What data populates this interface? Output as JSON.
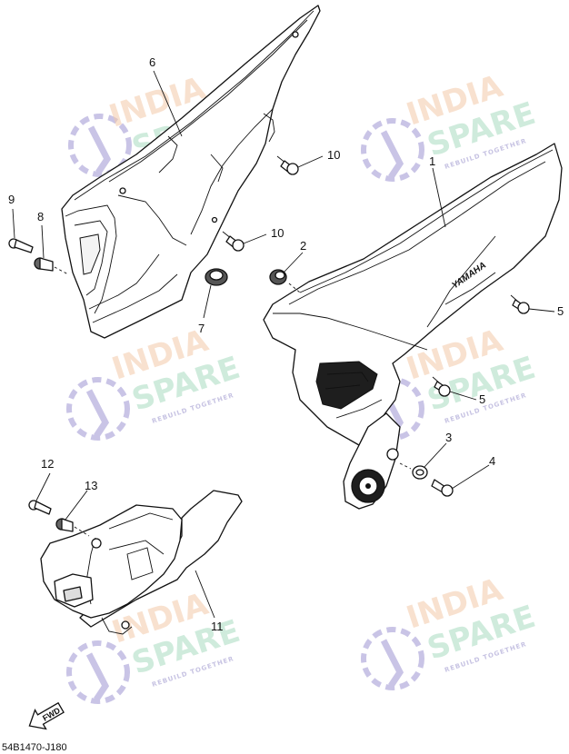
{
  "diagram": {
    "code": "54B1470-J180",
    "direction_label": "FWD",
    "callouts": {
      "c1": "1",
      "c2": "2",
      "c3": "3",
      "c4": "4",
      "c5a": "5",
      "c5b": "5",
      "c6": "6",
      "c7": "7",
      "c8": "8",
      "c9": "9",
      "c10a": "10",
      "c10b": "10",
      "c11": "11",
      "c12": "12",
      "c13": "13"
    },
    "cover_lettering": "YAMAHA"
  },
  "watermark": {
    "line1": "INDIA",
    "line2": "SPARE",
    "tagline": "REBUILD TOGETHER",
    "colors": {
      "india": "#f3c9a8",
      "spare": "#a8dcc0",
      "icon": "#b9b4dc"
    }
  }
}
